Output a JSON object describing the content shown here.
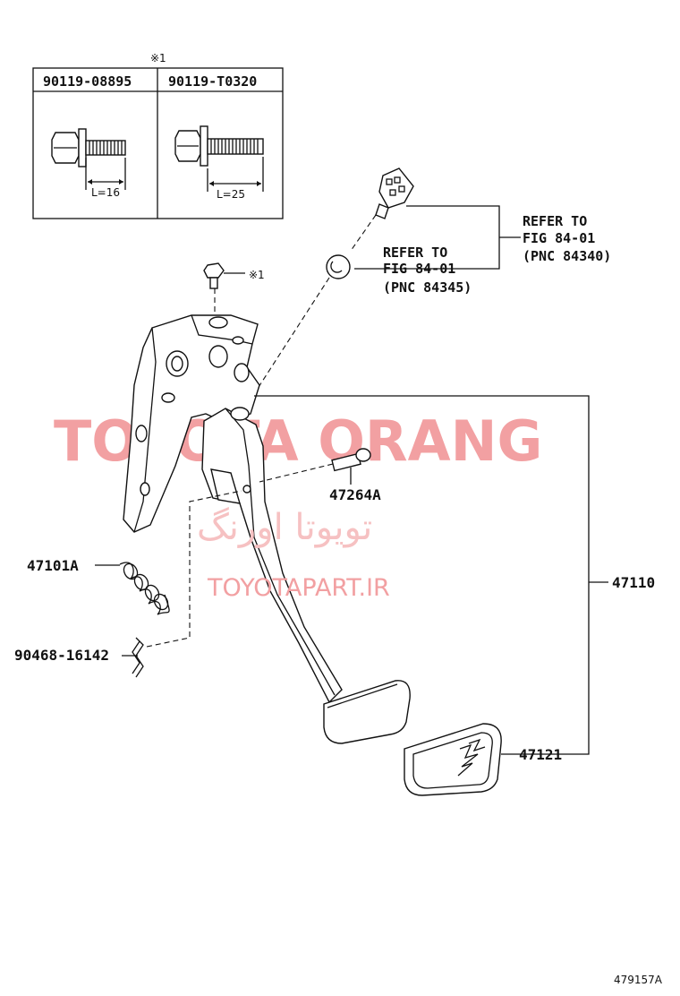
{
  "header": {
    "note_mark": "※1",
    "bolt_table": {
      "cols": [
        {
          "part_no": "90119-08895",
          "length": "L=16"
        },
        {
          "part_no": "90119-T0320",
          "length": "L=25"
        }
      ]
    }
  },
  "bolt_note": "※1",
  "refs": [
    {
      "line1": "REFER TO",
      "line2": "FIG 84-01",
      "line3": "(PNC 84340)"
    },
    {
      "line1": "REFER TO",
      "line2": "FIG 84-01",
      "line3": "(PNC 84345)"
    }
  ],
  "parts": {
    "pin": "47264A",
    "spring": "47101A",
    "clip": "90468-16142",
    "assembly": "47110",
    "pad": "47121"
  },
  "watermark": {
    "main": "TOYOTA ORANG",
    "persian": "تویوتا اورنگ",
    "site": "TOYOTAPART.IR"
  },
  "figure_id": "479157A"
}
